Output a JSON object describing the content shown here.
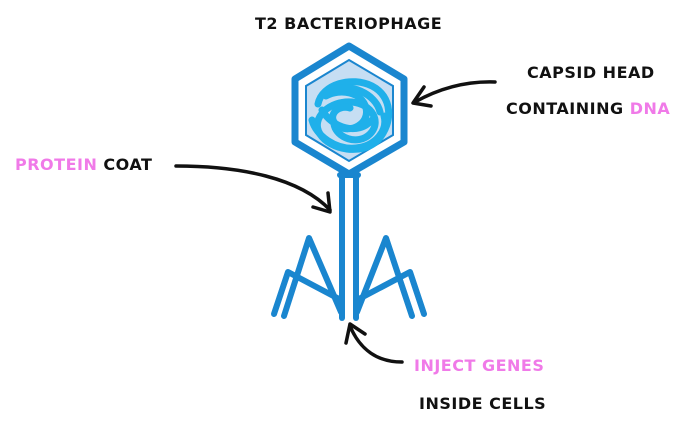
{
  "title": "T2 BACTERIOPHAGE",
  "labels": {
    "capsid": {
      "line1": "CAPSID HEAD",
      "line2_prefix": "CONTAINING ",
      "line2_highlight": "DNA"
    },
    "coat": {
      "highlight": "PROTEIN",
      "suffix": " COAT"
    },
    "inject": {
      "line1": "INJECT GENES",
      "line2": "INSIDE CELLS"
    }
  },
  "colors": {
    "phage_blue": "#1a86cf",
    "dna_cyan": "#1fb0ea",
    "capsid_fill": "#c6def3",
    "highlight_pink": "#f07ae8",
    "text": "#111111",
    "arrow": "#111111"
  }
}
